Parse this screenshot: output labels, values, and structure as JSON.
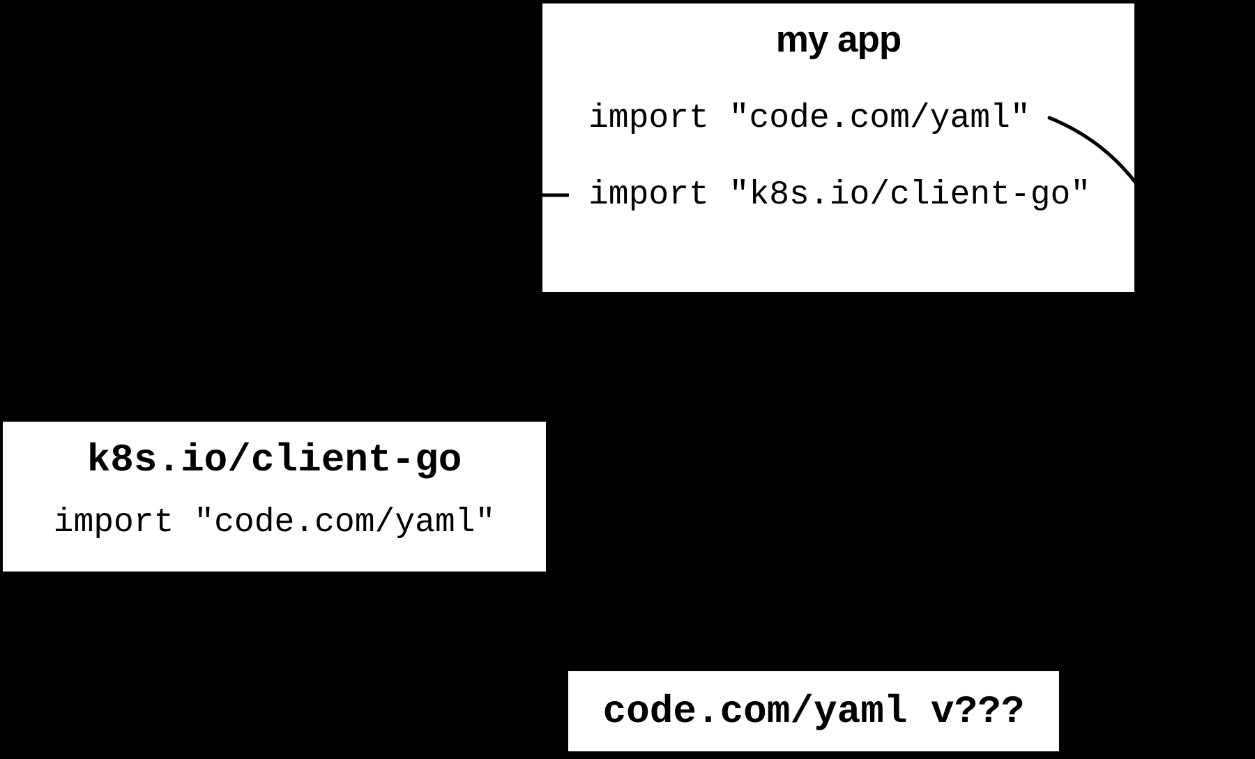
{
  "colors": {
    "background": "#000000",
    "box_fill": "#ffffff",
    "text": "#000000",
    "connector_line": "#000000"
  },
  "diagram": {
    "my_app": {
      "title": "my app",
      "imports": [
        "import \"code.com/yaml\"",
        "import \"k8s.io/client-go\""
      ]
    },
    "client_go": {
      "title": "k8s.io/client-go",
      "imports": [
        "import \"code.com/yaml\""
      ]
    },
    "yaml": {
      "title": "code.com/yaml v???"
    }
  }
}
